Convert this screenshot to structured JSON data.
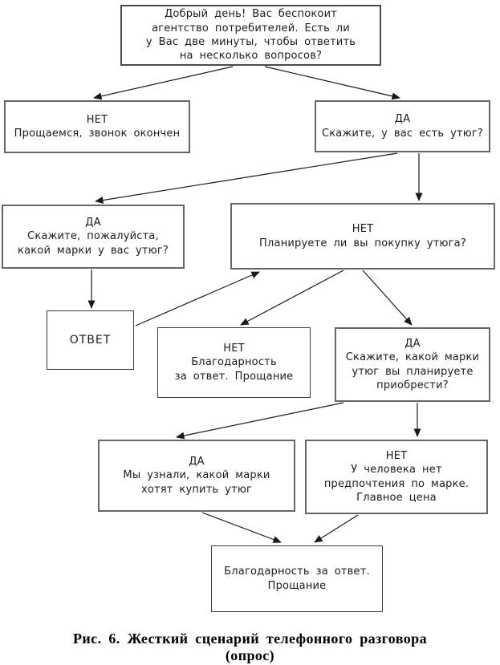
{
  "figure": {
    "caption": {
      "line1": "Рис. 6. Жесткий сценарий телефонного разговора",
      "line2": "(опрос)"
    }
  },
  "flowchart": {
    "type": "decision-tree",
    "language": "ru",
    "nodes": {
      "greeting": {
        "label": "Добрый день! Вас беспокоит\nагентство потребителей. Есть ли\nу Вас две минуты, чтобы ответить\nна несколько вопросов?"
      },
      "no_end_call": {
        "label": "НЕТ\nПрощаемся, звонок окончен"
      },
      "yes_have_iron": {
        "label": "ДА\nСкажите, у вас есть утюг?"
      },
      "yes_which_brand": {
        "label": "ДА\nСкажите, пожалуйста,\nкакой марки у вас утюг?"
      },
      "no_planning_purchase": {
        "label": "НЕТ\nПланируете ли вы покупку утюга?"
      },
      "answer": {
        "label": "ОТВЕТ"
      },
      "no_thanks_goodbye": {
        "label": "НЕТ\nБлагодарность\nза ответ. Прощание"
      },
      "yes_planned_brand": {
        "label": "ДА\nСкажите, какой марки\nутюг вы планируете\nприобрести?"
      },
      "yes_learned_brand": {
        "label": "ДА\nМы узнали, какой марки\nхотят купить утюг"
      },
      "no_price_matters": {
        "label": "НЕТ\nУ человека нет\nпредпочтения по марке.\nГлавное цена"
      },
      "final_thanks": {
        "label": "Благодарность за ответ.\nПрощание"
      }
    },
    "edges": [
      {
        "from": "greeting",
        "to": "no_end_call"
      },
      {
        "from": "greeting",
        "to": "yes_have_iron"
      },
      {
        "from": "yes_have_iron",
        "to": "yes_which_brand"
      },
      {
        "from": "yes_have_iron",
        "to": "no_planning_purchase"
      },
      {
        "from": "yes_which_brand",
        "to": "answer"
      },
      {
        "from": "answer",
        "to": "no_planning_purchase"
      },
      {
        "from": "no_planning_purchase",
        "to": "no_thanks_goodbye"
      },
      {
        "from": "no_planning_purchase",
        "to": "yes_planned_brand"
      },
      {
        "from": "yes_planned_brand",
        "to": "yes_learned_brand"
      },
      {
        "from": "yes_planned_brand",
        "to": "no_price_matters"
      },
      {
        "from": "yes_learned_brand",
        "to": "final_thanks"
      },
      {
        "from": "no_price_matters",
        "to": "final_thanks"
      }
    ],
    "colors": {
      "background": "#ffffff",
      "box_border": "#666666",
      "text": "#1b1b1b",
      "arrow": "#1a1a1a"
    }
  }
}
